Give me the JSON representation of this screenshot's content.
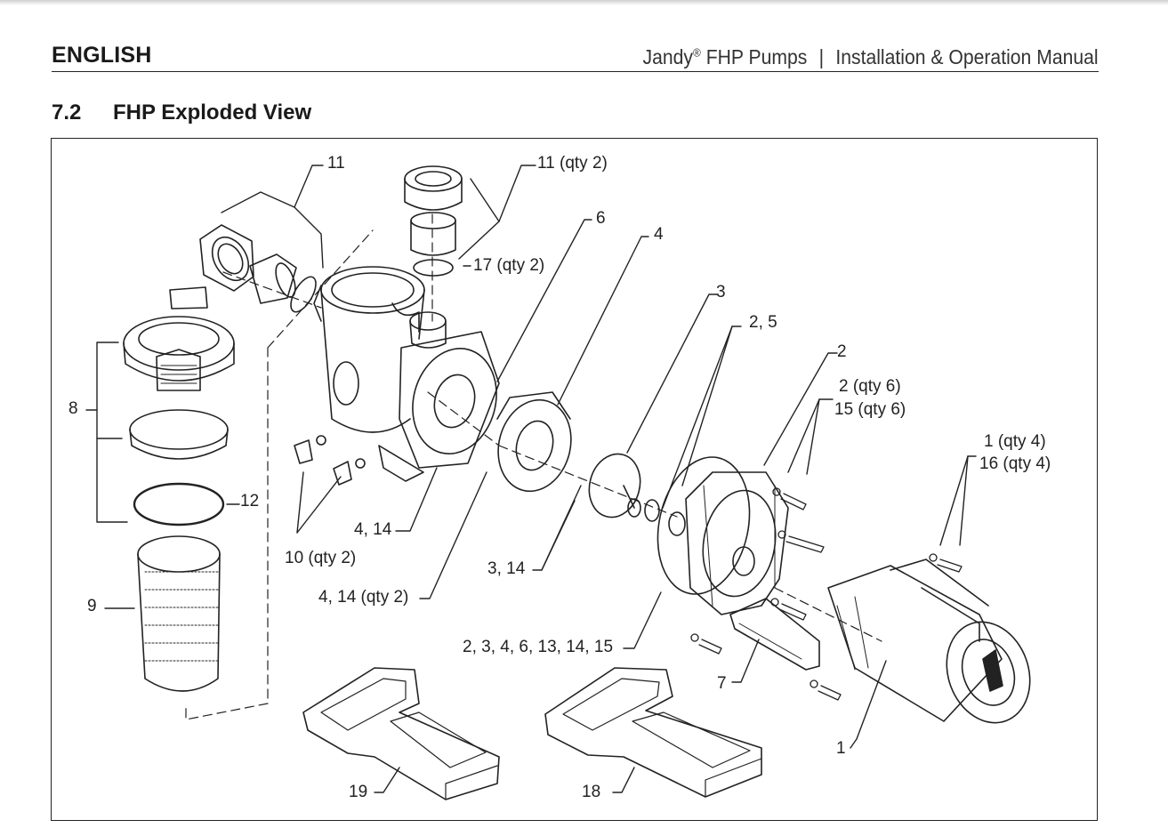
{
  "header": {
    "language": "ENGLISH",
    "brand": "Jandy",
    "registered": "®",
    "product": "FHP Pumps",
    "separator": "|",
    "manual": "Installation & Operation Manual"
  },
  "section": {
    "number": "7.2",
    "title": "FHP Exploded View"
  },
  "callouts": {
    "c11": "11",
    "c11q2": "11 (qty 2)",
    "c17q2": "17 (qty 2)",
    "c6": "6",
    "c4": "4",
    "c3": "3",
    "c25": "2, 5",
    "c2": "2",
    "c2q6": "2 (qty 6)",
    "c15q6": "15 (qty 6)",
    "c1q4": "1 (qty 4)",
    "c16q4": "16 (qty 4)",
    "c8": "8",
    "c12": "12",
    "c9": "9",
    "c10q2": "10 (qty 2)",
    "c414": "4, 14",
    "c414q2": "4, 14 (qty 2)",
    "c314": "3, 14",
    "ckit": "2, 3, 4, 6, 13, 14, 15",
    "c7": "7",
    "c1": "1",
    "c19": "19",
    "c18": "18"
  }
}
